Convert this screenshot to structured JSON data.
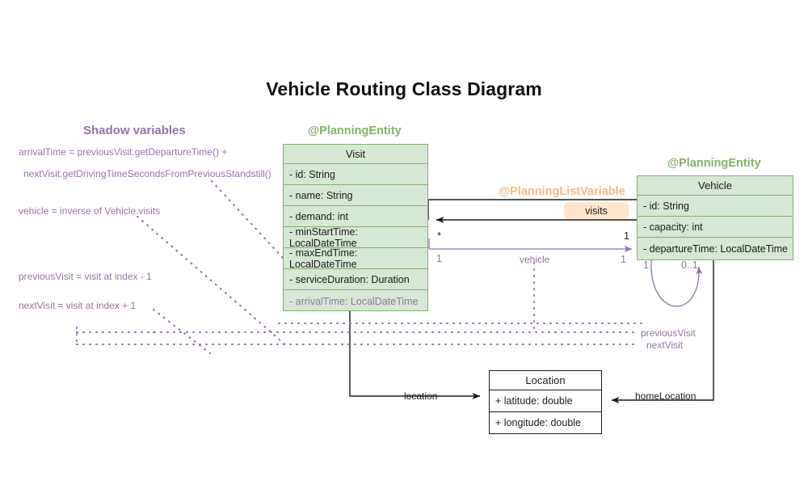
{
  "title": "Vehicle Routing Class Diagram",
  "colors": {
    "entity_fill": "#d5e8d4",
    "entity_border": "#82b366",
    "shadow": "#9673a6",
    "listvar": "#f5b97f",
    "listvar_badge_fill": "#ffe6cc",
    "plain_border": "#1a1a1a",
    "text": "#1a1a1a",
    "background": "#ffffff"
  },
  "shadow_panel": {
    "heading": "Shadow variables",
    "notes": [
      "arrivalTime = previousVisit.getDepartureTime() +",
      "nextVisit.getDrivingTimeSecondsFromPreviousStandstill()",
      "vehicle = inverse of Vehicle.visits",
      "previousVisit = visit at index - 1",
      "nextVisit = visit at index + 1"
    ]
  },
  "classes": {
    "visit": {
      "stereotype": "@PlanningEntity",
      "name": "Visit",
      "attributes": [
        {
          "text": "- id: String",
          "shadow": false
        },
        {
          "text": "- name: String",
          "shadow": false
        },
        {
          "text": "- demand: int",
          "shadow": false
        },
        {
          "text": "- minStartTime: LocalDateTime",
          "shadow": false
        },
        {
          "text": "- maxEndTime: LocalDateTime",
          "shadow": false
        },
        {
          "text": "- serviceDuration: Duration",
          "shadow": false
        },
        {
          "text": "- arrivalTime: LocalDateTime",
          "shadow": true
        }
      ]
    },
    "vehicle": {
      "stereotype": "@PlanningEntity",
      "name": "Vehicle",
      "attributes": [
        {
          "text": "- id: String",
          "shadow": false
        },
        {
          "text": "- capacity: int",
          "shadow": false
        },
        {
          "text": "- departureTime: LocalDateTime",
          "shadow": false
        }
      ]
    },
    "location": {
      "stereotype": "",
      "name": "Location",
      "attributes": [
        {
          "text": "+ latitude: double",
          "shadow": false
        },
        {
          "text": "+ longitude: double",
          "shadow": false
        }
      ]
    }
  },
  "list_variable": {
    "stereotype": "@PlanningListVariable",
    "badge_label": "visits"
  },
  "relations": {
    "visits": {
      "label": "visits",
      "source_multiplicity": "1",
      "target_multiplicity": "*"
    },
    "vehicle": {
      "label": "vehicle",
      "source_multiplicity": "1",
      "target_multiplicity": "1"
    },
    "previous_visit": {
      "label": "previousVisit",
      "source_multiplicity": "1",
      "target_multiplicity": "0..1"
    },
    "next_visit": {
      "label": "nextVisit"
    },
    "location": {
      "label": "location"
    },
    "home_location": {
      "label": "homeLocation"
    }
  }
}
